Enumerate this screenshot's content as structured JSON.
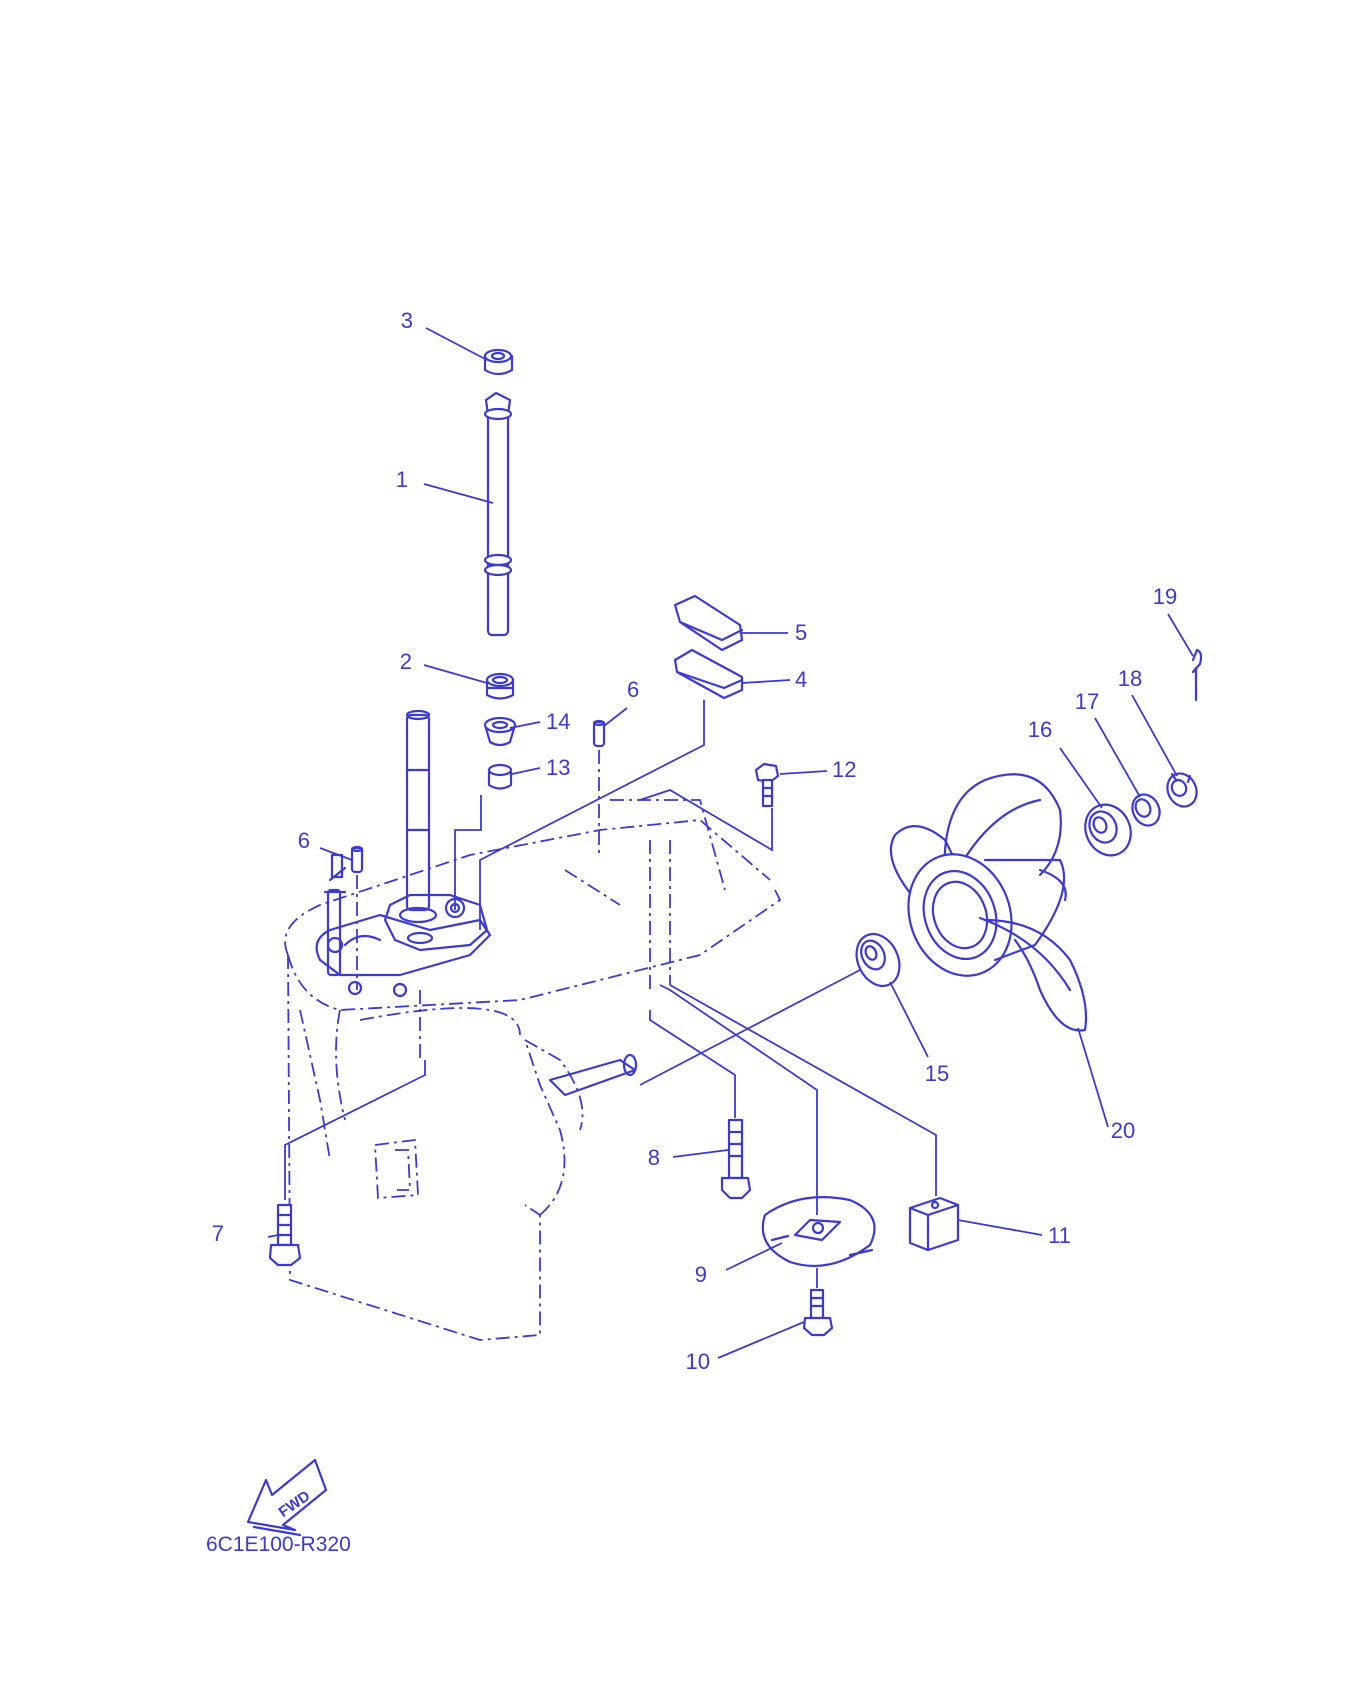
{
  "diagram": {
    "code": "6C1E100-R320",
    "fwd_label": "FWD",
    "callouts": [
      "1",
      "2",
      "3",
      "4",
      "5",
      "6",
      "6",
      "7",
      "8",
      "9",
      "10",
      "11",
      "12",
      "13",
      "14",
      "15",
      "16",
      "17",
      "18",
      "19",
      "20"
    ]
  },
  "colors": {
    "line": "#3a3ad6",
    "background": "#ffffff"
  }
}
